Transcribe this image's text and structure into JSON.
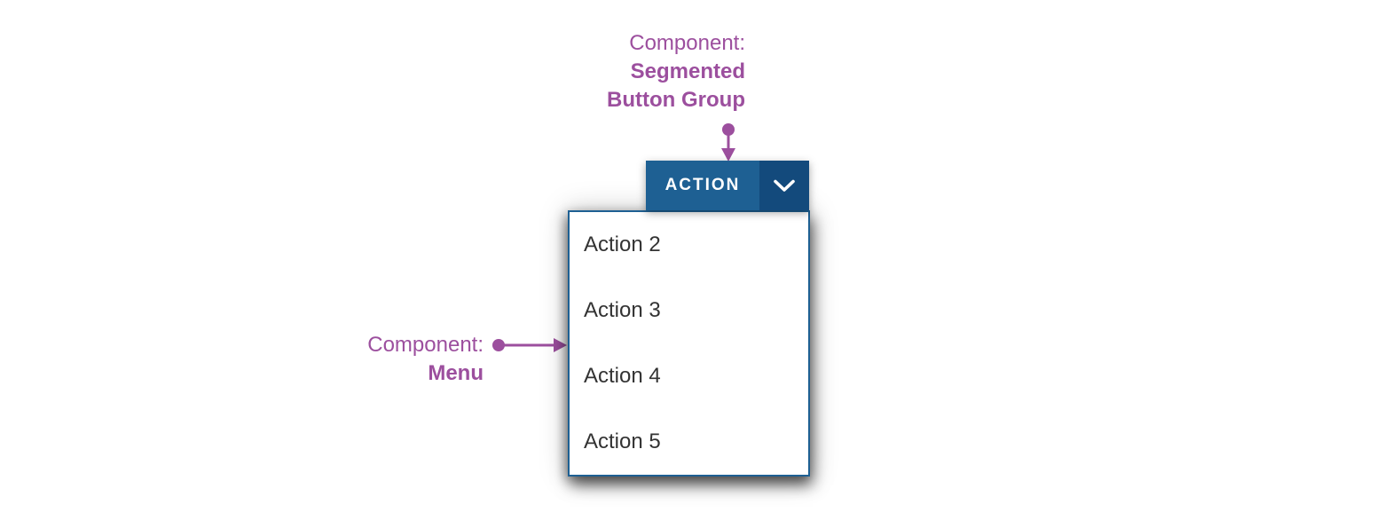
{
  "annotations": {
    "segmented_button_group": {
      "prefix": "Component:",
      "name_line1": "Segmented",
      "name_line2": "Button Group"
    },
    "menu": {
      "prefix": "Component:",
      "name": "Menu"
    }
  },
  "button_group": {
    "primary_label": "ACTION",
    "dropdown_icon": "chevron-down"
  },
  "menu": {
    "items": [
      "Action 2",
      "Action 3",
      "Action 4",
      "Action 5"
    ]
  },
  "colors": {
    "annotation_purple": "#9c4f9e",
    "button_primary_bg": "#1e6093",
    "button_toggle_bg": "#134a7c",
    "button_text": "#ffffff",
    "menu_border": "#1e6093",
    "menu_bg": "#ffffff",
    "menu_text": "#333333"
  }
}
